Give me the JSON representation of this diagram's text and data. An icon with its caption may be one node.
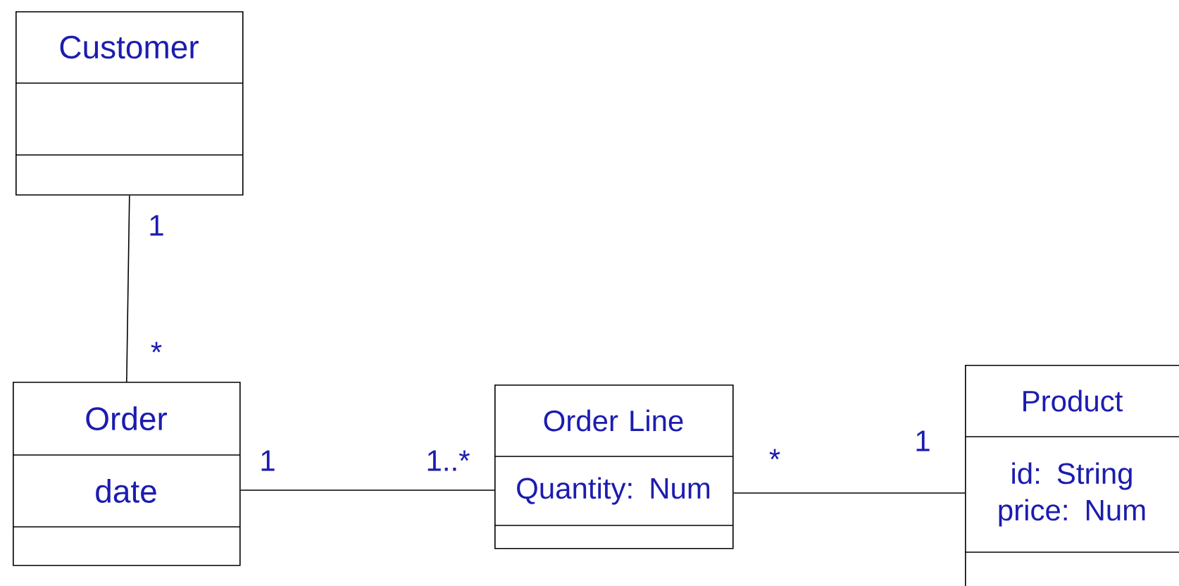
{
  "diagram": {
    "nodes": [
      {
        "text": [
          "Customer"
        ]
      },
      {
        "text": [
          "Order",
          "date"
        ]
      },
      {
        "text": [
          "Order Line",
          "Quantity: Num"
        ]
      },
      {
        "text": [
          "Product",
          "id: String price: Num"
        ]
      }
    ],
    "edges": [
      {
        "from": 0,
        "to": 1,
        "arrow": "none"
      },
      {
        "from": 1,
        "to": 2,
        "arrow": "none"
      },
      {
        "from": 2,
        "to": 3,
        "arrow": "none"
      }
    ],
    "labels": [
      "1",
      "*",
      "1",
      "1..*",
      "*",
      "1"
    ]
  }
}
